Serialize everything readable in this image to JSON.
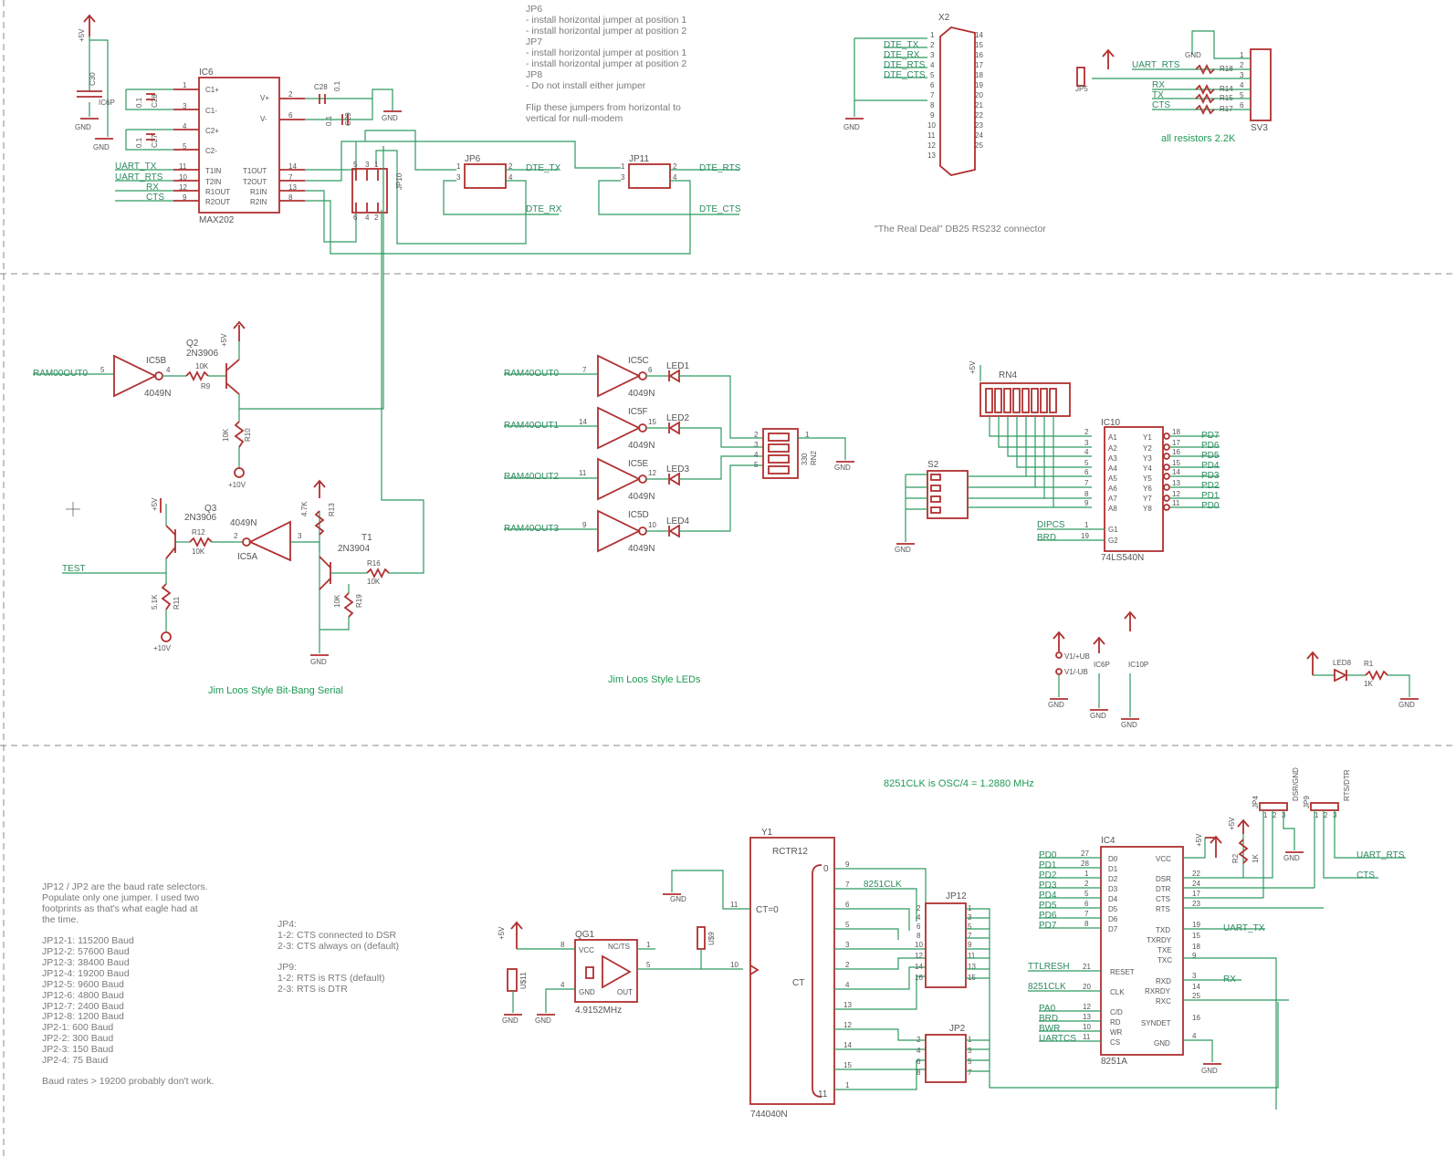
{
  "notes": {
    "jp_top": [
      "JP6",
      "- install horizontal jumper at position 1",
      "- install horizontal jumper at position 2",
      "JP7",
      "- install horizontal jumper at position 1",
      "- install horizontal jumper at position 2",
      "JP8",
      "- Do not install either jumper",
      "",
      "Flip these jumpers from horizontal to",
      "vertical for null-modem"
    ],
    "baud": [
      "JP12 / JP2 are the baud rate selectors.",
      "Populate only one jumper. I used two",
      "footprints as that's what eagle had at",
      "the time.",
      "",
      "JP12-1: 115200 Baud",
      "JP12-2: 57600 Baud",
      "JP12-3: 38400 Baud",
      "JP12-4: 19200 Baud",
      "JP12-5: 9600 Baud",
      "JP12-6: 4800 Baud",
      "JP12-7: 2400 Baud",
      "JP12-8: 1200 Baud",
      "JP2-1: 600 Baud",
      "JP2-2: 300 Baud",
      "JP2-3: 150 Baud",
      "JP2-4: 75 Baud",
      "",
      "Baud rates > 19200 probably don't work."
    ],
    "jp4_jp9": [
      "JP4:",
      "1-2: CTS connected to DSR",
      "2-3: CTS always on (default)",
      "",
      "JP9:",
      "1-2: RTS is RTS (default)",
      "2-3: RTS is DTR"
    ],
    "db25_caption": "\"The Real Deal\" DB25 RS232 connector",
    "resistors_caption": "all resistors 2.2K",
    "bitbang_caption": "Jim Loos Style Bit-Bang Serial",
    "leds_caption": "Jim Loos Style LEDs",
    "clock_caption": "8251CLK is OSC/4 = 1.2880 MHz"
  },
  "parts": {
    "max202": {
      "name": "IC6",
      "value": "MAX202",
      "left_pins": [
        [
          "C1+",
          "1"
        ],
        [
          "C1-",
          "3"
        ],
        [
          "C2+",
          "4"
        ],
        [
          "C2-",
          "5"
        ],
        [
          "T1IN",
          "11"
        ],
        [
          "T2IN",
          "10"
        ],
        [
          "R1OUT",
          "12"
        ],
        [
          "R2OUT",
          "9"
        ]
      ],
      "right_pins": [
        [
          "V+",
          "2"
        ],
        [
          "V-",
          "6"
        ],
        [
          "T1OUT",
          "14"
        ],
        [
          "T2OUT",
          "7"
        ],
        [
          "R1IN",
          "13"
        ],
        [
          "R2IN",
          "8"
        ]
      ]
    },
    "x2": {
      "name": "X2"
    },
    "sv3": {
      "name": "SV3"
    },
    "ic10": {
      "name": "IC10",
      "value": "74LS540N"
    },
    "ic4": {
      "name": "IC4",
      "value": "8251A",
      "left_pins": [
        [
          "D0",
          "27"
        ],
        [
          "D1",
          "28"
        ],
        [
          "D2",
          "1"
        ],
        [
          "D3",
          "2"
        ],
        [
          "D4",
          "5"
        ],
        [
          "D5",
          "6"
        ],
        [
          "D6",
          "7"
        ],
        [
          "D7",
          "8"
        ]
      ],
      "right_pins": [
        [
          "VCC",
          ""
        ],
        [
          "DSR",
          "22"
        ],
        [
          "DTR",
          "24"
        ],
        [
          "CTS",
          "17"
        ],
        [
          "RTS",
          "23"
        ]
      ]
    },
    "counter": {
      "name": "Y1",
      "value": "744040N",
      "title": "RCTR12",
      "ct0": "CT=0",
      "ct": "CT"
    },
    "osc": {
      "name": "QG1",
      "value": "4.9152MHz",
      "vcc": "VCC",
      "gnd": "GND",
      "ncts": "NC/TS",
      "out": "OUT"
    },
    "rn4": {
      "name": "RN4"
    },
    "s2": {
      "name": "S2"
    },
    "jp12": {
      "name": "JP12"
    },
    "jp2": {
      "name": "JP2"
    },
    "jp6": {
      "name": "JP6"
    },
    "jp11": {
      "name": "JP11"
    },
    "jp10": {
      "name": "JP10"
    },
    "ic5": {
      "b": "IC5B",
      "c": "IC5C",
      "f": "IC5F",
      "e": "IC5E",
      "d": "IC5D",
      "a": "IC5A",
      "value": "4049N"
    },
    "leds": [
      "LED1",
      "LED2",
      "LED3",
      "LED4"
    ],
    "rn2": {
      "name": "RN2",
      "value": "330"
    }
  },
  "nets": {
    "uart_tx": "UART_TX",
    "uart_rts": "UART_RTS",
    "rx": "RX",
    "cts": "CTS",
    "tx": "TX",
    "dte_tx": "DTE_TX",
    "dte_rx": "DTE_RX",
    "dte_rts": "DTE_RTS",
    "dte_cts": "DTE_CTS",
    "ram00out0": "RAM00OUT0",
    "ram40": [
      "RAM40OUT0",
      "RAM40OUT1",
      "RAM40OUT2",
      "RAM40OUT3"
    ],
    "test": "TEST",
    "pd": [
      "PD7",
      "PD6",
      "PD5",
      "PD4",
      "PD3",
      "PD2",
      "PD1",
      "PD0"
    ],
    "pd_in": [
      "PD0",
      "PD1",
      "PD2",
      "PD3",
      "PD4",
      "PD5",
      "PD6",
      "PD7"
    ],
    "dipcs": "DIPCS",
    "brd": "BRD",
    "bwr": "BWR",
    "uartcs": "UARTCS",
    "pa0": "PA0",
    "ttlresh": "TTLRESH",
    "clk8251": "8251CLK",
    "plus5v": "+5V",
    "gnd": "GND",
    "plus10v": "+10V"
  }
}
